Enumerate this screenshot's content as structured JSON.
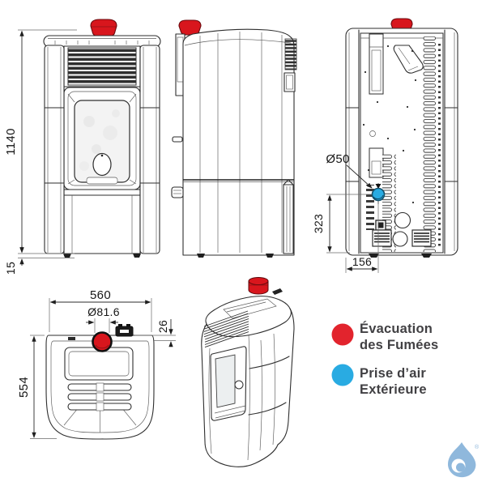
{
  "legend": {
    "flue": {
      "label_line1": "Évacuation",
      "label_line2": "des Fumées",
      "color": "#E2242D"
    },
    "air": {
      "label_line1": "Prise d’air",
      "label_line2": "Extérieure",
      "color": "#29ABE2"
    }
  },
  "dimensions": {
    "overall_height": "1140",
    "base_height": "15",
    "width": "560",
    "flue_diameter": "Ø81.6",
    "flue_offset": "26",
    "depth": "554",
    "air_inlet_diameter": "Ø50",
    "air_inlet_height": "323",
    "air_inlet_offset": "156"
  },
  "colors": {
    "flue_red": "#D8161D",
    "air_blue": "#29ABE2",
    "line": "#2E2E2E",
    "legend_text": "#414043",
    "logo_blue": "#8FB8DC"
  }
}
